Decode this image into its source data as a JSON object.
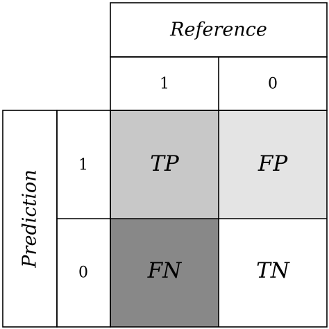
{
  "axes": {
    "reference_label": "Reference",
    "prediction_label": "Prediction"
  },
  "reference_values": [
    "1",
    "0"
  ],
  "prediction_values": [
    "1",
    "0"
  ],
  "cells": [
    {
      "label": "TP",
      "fill": "#c8c8c8"
    },
    {
      "label": "FP",
      "fill": "#e4e4e4"
    },
    {
      "label": "FN",
      "fill": "#888888"
    },
    {
      "label": "TN",
      "fill": "#ffffff"
    }
  ],
  "colors": {
    "line": "#000000",
    "background": "#ffffff"
  }
}
